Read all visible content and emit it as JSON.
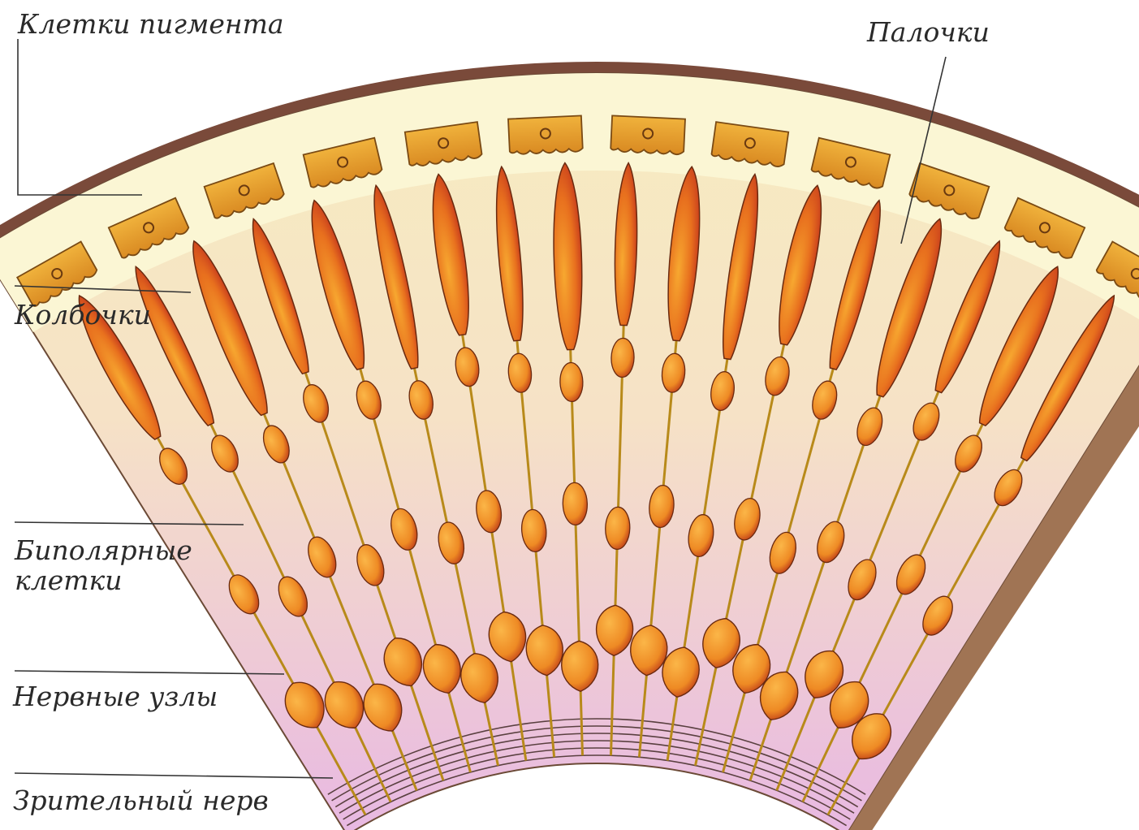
{
  "labels": {
    "pigment_cells": "Клетки пигмента",
    "rods": "Палочки",
    "cones": "Колбочки",
    "bipolar_line1": "Биполярные",
    "bipolar_line2": "клетки",
    "ganglion": "Нервные узлы",
    "optic_nerve": "Зрительный нерв"
  },
  "colors": {
    "outer_band": "#7a4a3a",
    "cream_layer": "#fbf6d4",
    "pigment_cell": "#e8a232",
    "cell_dark": "#c0301c",
    "cell_light": "#f39a2a",
    "cell_outline": "#6a2a10",
    "axon": "#b88a1a",
    "tissue_top": "#f7ecc0",
    "tissue_bottom": "#e8b8e2",
    "leader": "#333333"
  },
  "counts": {
    "pigment_cells": 12,
    "receptor_chains": 18
  }
}
